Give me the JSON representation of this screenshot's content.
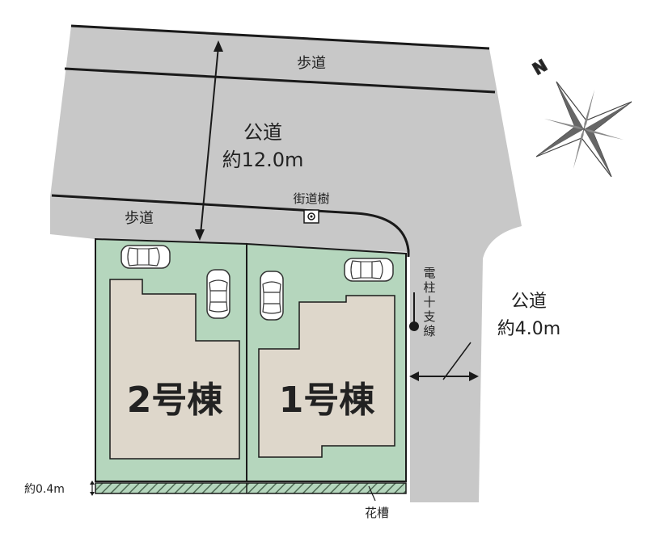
{
  "labels": {
    "sidewalk_top": "歩道",
    "main_road_name": "公道",
    "main_road_width": "約12.0m",
    "street_tree": "街道樹",
    "sidewalk_left": "歩道",
    "side_road_name": "公道",
    "side_road_width": "約4.0m",
    "utility_pole": [
      "電",
      "柱",
      "十",
      "支",
      "線"
    ],
    "building_2": "2号棟",
    "building_1": "1号棟",
    "flower_bed_width": "約0.4m",
    "flower_bed": "花槽",
    "compass_n": "N"
  },
  "colors": {
    "road": "#c8c8c8",
    "lot": "#b5d6bd",
    "building": "#ded7cb",
    "line": "#1a1a1a"
  }
}
